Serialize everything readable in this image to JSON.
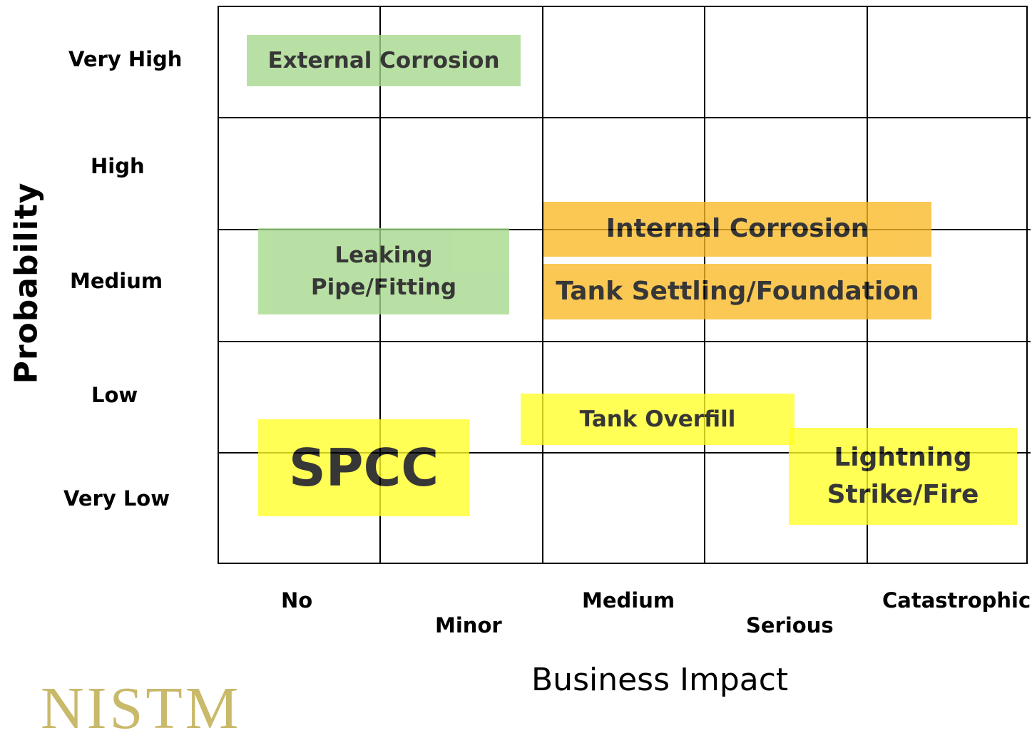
{
  "chart_data": {
    "type": "risk-matrix",
    "ylabel": "Probability",
    "xlabel": "Business Impact",
    "y_categories": [
      "Very High",
      "High",
      "Medium",
      "Low",
      "Very Low"
    ],
    "x_categories": [
      "No",
      "Minor",
      "Medium",
      "Serious",
      "Catastrophic"
    ],
    "risks": [
      {
        "label": "External Corrosion",
        "probability": "Very High",
        "impact": "No–Minor",
        "color": "#a6d88b"
      },
      {
        "label": "Leaking Pipe/Fitting",
        "probability": "Medium",
        "impact": "No–Minor",
        "color": "#a6d88b"
      },
      {
        "label": "Internal Corrosion",
        "probability": "Medium",
        "impact": "Medium–Serious",
        "color": "#f9b924"
      },
      {
        "label": "Tank Settling/Foundation",
        "probability": "Medium",
        "impact": "Medium–Serious",
        "color": "#f9b924"
      },
      {
        "label": "Tank Overfill",
        "probability": "Low",
        "impact": "Medium",
        "color": "#ffff26"
      },
      {
        "label": "SPCC",
        "probability": "Low–Very Low",
        "impact": "No–Minor",
        "color": "#ffff26"
      },
      {
        "label": "Lightning Strike/Fire",
        "probability": "Low–Very Low",
        "impact": "Serious–Catastrophic",
        "color": "#ffff26"
      }
    ]
  },
  "boxes": {
    "external_corrosion": "External Corrosion",
    "leaking_line1": "Leaking",
    "leaking_line2": "Pipe/Fitting",
    "internal_corrosion": "Internal Corrosion",
    "tank_settling": "Tank Settling/Foundation",
    "tank_overfill": "Tank Overfill",
    "spcc": "SPCC",
    "lightning_line1": "Lightning",
    "lightning_line2": "Strike/Fire"
  },
  "axes": {
    "y_title": "Probability",
    "x_title": "Business Impact",
    "y_labels": [
      "Very High",
      "High",
      "Medium",
      "Low",
      "Very Low"
    ],
    "x_labels": [
      "No",
      "Minor",
      "Medium",
      "Serious",
      "Catastrophic"
    ]
  },
  "logo": {
    "text": "NISTM",
    "color": "#c9b96a"
  }
}
